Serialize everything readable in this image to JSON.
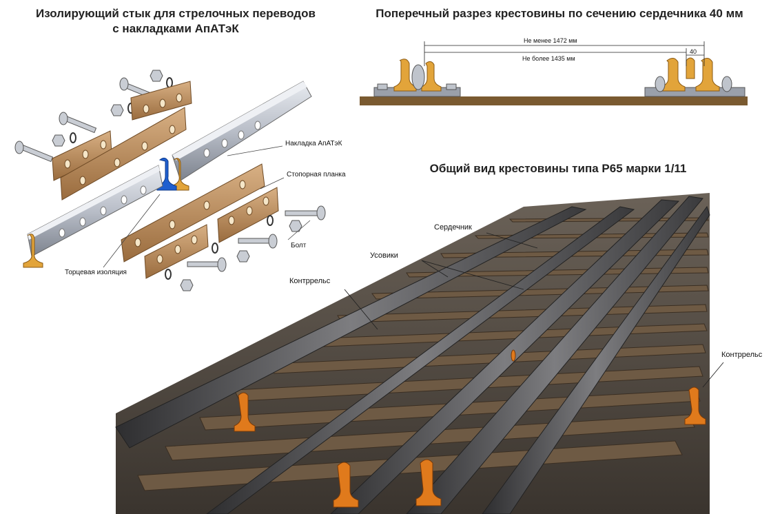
{
  "joint": {
    "title_line1": "Изолирующий стык для стрелочных переводов",
    "title_line2": "с накладками АпАТэК",
    "labels": {
      "pad": "Накладка АпАТэК",
      "stop_plate": "Стопорная планка",
      "bolt": "Болт",
      "end_insulation": "Торцевая изоляция"
    }
  },
  "section": {
    "title": "Поперечный разрез крестовины по сечению сердечника 40 мм",
    "dim_min": "Не менее 1472 мм",
    "dim_max": "Не более 1435 мм",
    "dim_small": "40"
  },
  "frog": {
    "title": "Общий вид крестовины типа Р65 марки 1/11",
    "labels": {
      "core": "Сердечник",
      "wings": "Усовики",
      "guard_rail_left": "Контррельс",
      "guard_rail_right": "Контррельс"
    }
  },
  "colors": {
    "rail_steel": "#b9bec8",
    "pad_wood": "#b78a5c",
    "insulation": "#1f5fcf",
    "section_orange": "#e2a43a",
    "ground": "#7a5a30",
    "cut_orange": "#e07a1c"
  }
}
